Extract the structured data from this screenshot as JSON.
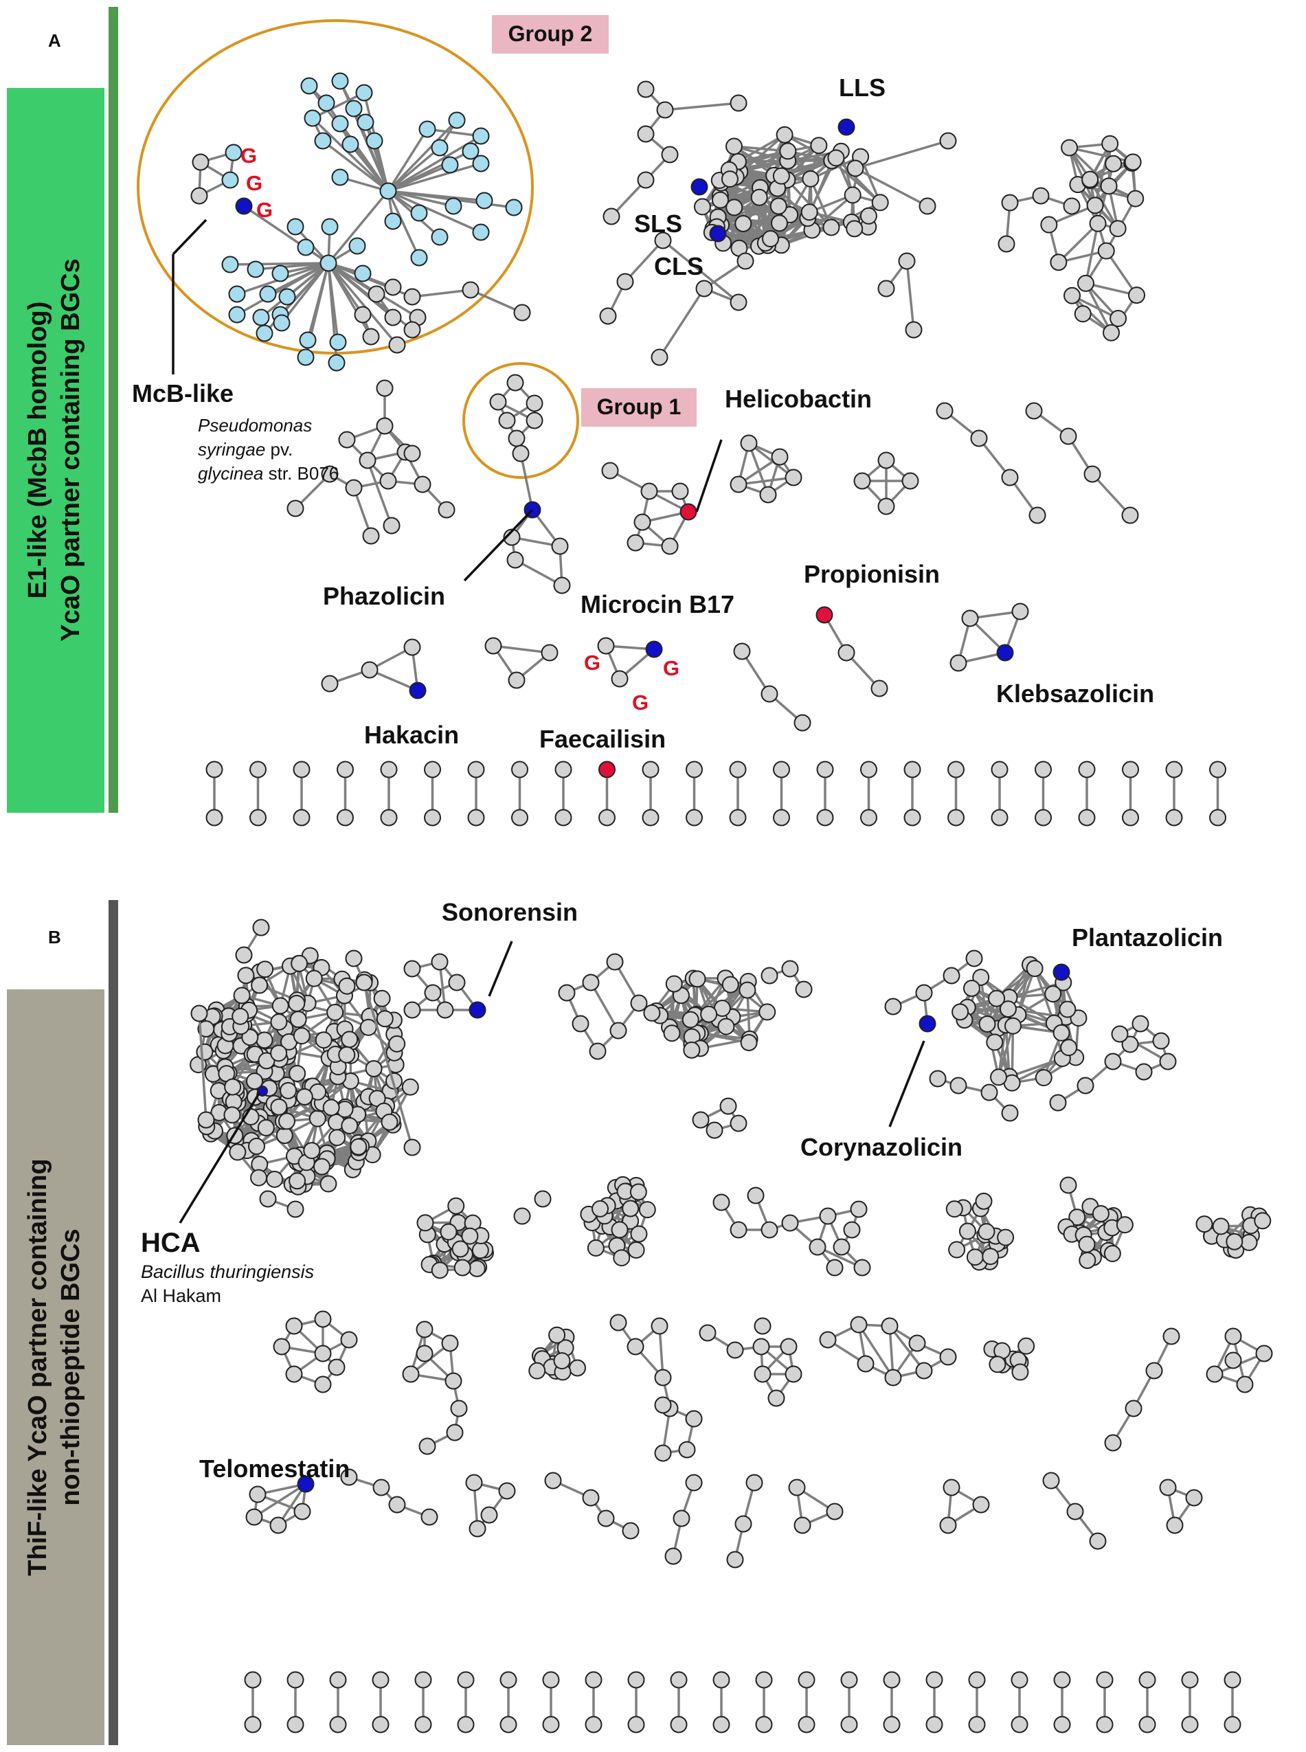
{
  "colors": {
    "node_default": "#d3d3d3",
    "node_stroke": "#222222",
    "node_highlight_blue": "#1010c8",
    "node_highlight_red": "#e0103a",
    "node_cyan": "#a6dcee",
    "edge": "#7f7f7f",
    "group_circle": "#d9941f",
    "group_box": "#eab6c2",
    "panelA_bar": "#3dcc6b",
    "panelA_stripe": "#4e9a4e",
    "panelB_bar": "#a8a495",
    "panelB_stripe": "#555555",
    "g_marker": "#e01020"
  },
  "panel_a": {
    "letter": "A",
    "side_title_line1": "E1-like (McbB homolog)",
    "side_title_line2": "YcaO partner containing BGCs",
    "group2": "Group 2",
    "group1": "Group 1",
    "labels": {
      "lls": "LLS",
      "sls": "SLS",
      "cls": "CLS",
      "mcb_like": "McB-like",
      "mcb_org1": "Pseudomonas",
      "mcb_org2": "syringae",
      "mcb_org2b": " pv.",
      "mcb_org3": "glycinea",
      "mcb_org3b": " str. B076",
      "helicobactin": "Helicobactin",
      "phazolicin": "Phazolicin",
      "microcin": "Microcin B17",
      "propionisin": "Propionisin",
      "klebsazolicin": "Klebsazolicin",
      "hakacin": "Hakacin",
      "faecailisin": "Faecailisin",
      "g": "G"
    },
    "singleton_pair_count": 24
  },
  "panel_b": {
    "letter": "B",
    "side_title_line1": "ThiF-like YcaO partner containing",
    "side_title_line2": "non-thiopeptide BGCs",
    "labels": {
      "sonorensin": "Sonorensin",
      "plantazolicin": "Plantazolicin",
      "corynazolicin": "Corynazolicin",
      "hca": "HCA",
      "hca_org1": "Bacillus thuringiensis",
      "hca_org2": "Al Hakam",
      "telomestatin": "Telomestatin"
    },
    "singleton_pair_count": 24
  }
}
